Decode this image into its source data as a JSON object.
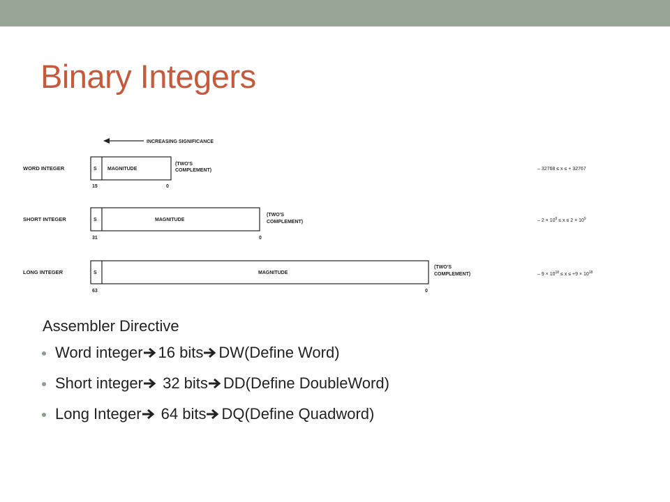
{
  "slide": {
    "title": "Binary Integers"
  },
  "diagram": {
    "direction_label": "INCREASING SIGNIFICANCE",
    "rows": [
      {
        "name": "WORD INTEGER",
        "sign": "S",
        "field": "MAGNITUDE",
        "high_bit": "15",
        "low_bit": "0",
        "note_line1": "(TWO'S",
        "note_line2": "COMPLEMENT)",
        "range": "– 32768 ≤ x ≤ + 32767"
      },
      {
        "name": "SHORT INTEGER",
        "sign": "S",
        "field": "MAGNITUDE",
        "high_bit": "31",
        "low_bit": "0",
        "note_line1": "(TWO'S",
        "note_line2": "COMPLEMENT)",
        "range_base1": "– 2 × 10",
        "range_exp1": "9",
        "range_mid": " ≤ x ≤ 2 × 10",
        "range_exp2": "9"
      },
      {
        "name": "LONG INTEGER",
        "sign": "S",
        "field": "MAGNITUDE",
        "high_bit": "63",
        "low_bit": "0",
        "note_line1": "(TWO'S",
        "note_line2": "COMPLEMENT)",
        "range_base1": "– 9 × 10",
        "range_exp1": "18",
        "range_mid": " ≤ x ≤ +9 × 10",
        "range_exp2": "18"
      }
    ]
  },
  "content": {
    "heading": "Assembler Directive",
    "bullets": [
      {
        "pre": "Word integer",
        "mid": "16 bits",
        "post": "DW(Define Word)"
      },
      {
        "pre": "Short integer",
        "mid": " 32 bits",
        "post": "DD(Define DoubleWord)"
      },
      {
        "pre": "Long Integer",
        "mid": " 64 bits",
        "post": "DQ(Define Quadword)"
      }
    ]
  }
}
